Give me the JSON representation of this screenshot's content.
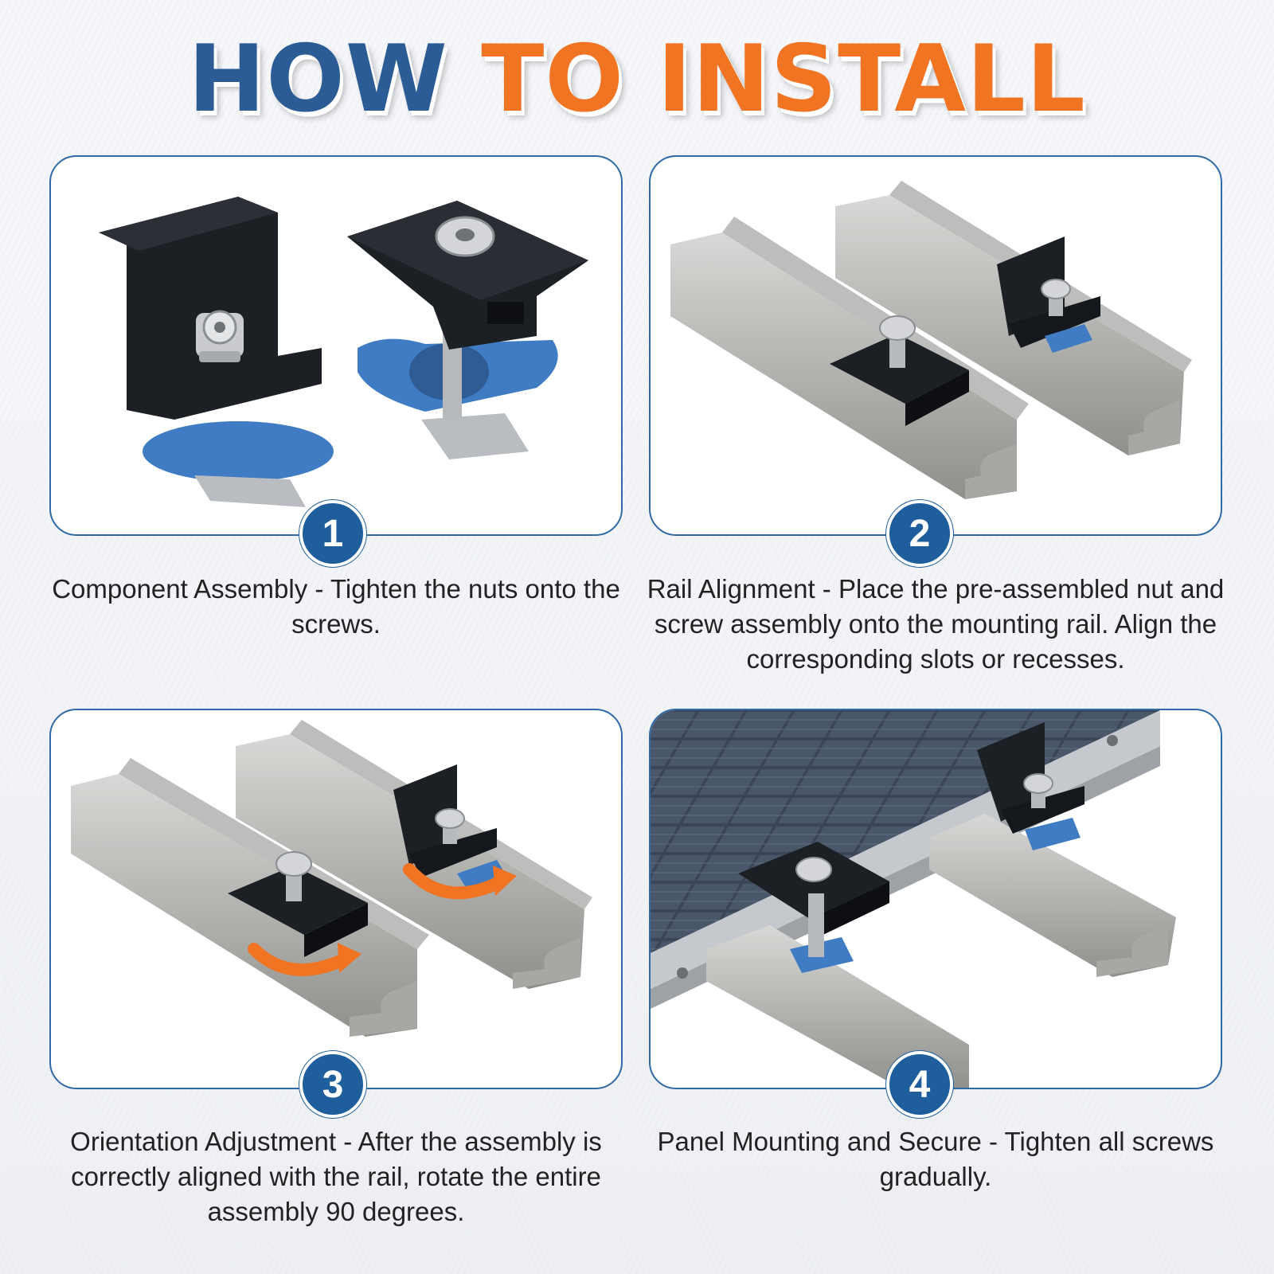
{
  "headline": {
    "part1": "HOW",
    "part2": "TO INSTALL"
  },
  "colors": {
    "accent_blue": "#2b5c95",
    "accent_orange": "#f07421",
    "badge": "#1f5e9c"
  },
  "steps": [
    {
      "number": "1",
      "caption": "Component Assembly - Tighten the nuts onto the screws."
    },
    {
      "number": "2",
      "caption": "Rail Alignment - Place the pre-assembled nut and screw assembly onto the mounting rail. Align the corresponding slots or recesses."
    },
    {
      "number": "3",
      "caption": "Orientation Adjustment - After the assembly is correctly aligned with the rail, rotate the entire assembly 90 degrees."
    },
    {
      "number": "4",
      "caption": "Panel Mounting and Secure - Tighten all screws gradually."
    }
  ]
}
